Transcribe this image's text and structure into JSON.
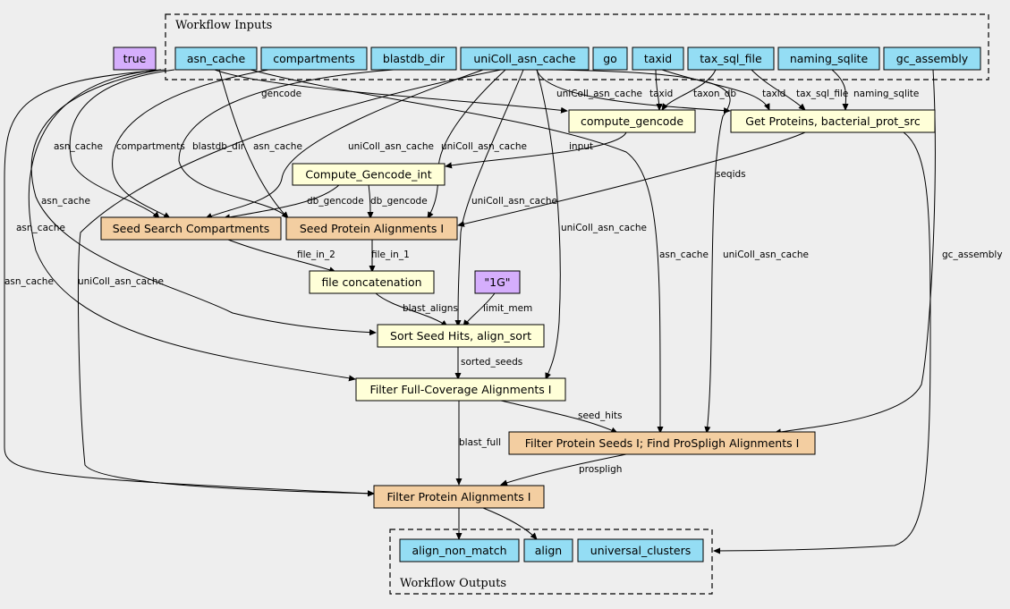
{
  "clusters": {
    "inputs_label": "Workflow Inputs",
    "outputs_label": "Workflow Outputs"
  },
  "colors": {
    "io": "#94ddf4",
    "tool": "#ffffd8",
    "subworkflow": "#f3cea1",
    "constant": "#d5aefc"
  },
  "nodes": {
    "true_const": "true",
    "asn_cache": "asn_cache",
    "compartments": "compartments",
    "blastdb_dir": "blastdb_dir",
    "unicoll_asn_cache": "uniColl_asn_cache",
    "go": "go",
    "taxid": "taxid",
    "tax_sql_file": "tax_sql_file",
    "naming_sqlite": "naming_sqlite",
    "gc_assembly": "gc_assembly",
    "compute_gencode": "compute_gencode",
    "get_proteins": "Get Proteins, bacterial_prot_src",
    "compute_gencode_int": "Compute_Gencode_int",
    "seed_search_compartments": "Seed Search Compartments",
    "seed_protein_alignments": "Seed Protein Alignments I",
    "file_concatenation": "file concatenation",
    "const_1g": "\"1G\"",
    "sort_seed_hits": "Sort Seed Hits, align_sort",
    "filter_full_coverage": "Filter Full-Coverage Alignments I",
    "filter_protein_seeds": "Filter Protein Seeds I; Find ProSpligh Alignments I",
    "filter_protein_alignments": "Filter Protein Alignments I",
    "align_non_match": "align_non_match",
    "align": "align",
    "universal_clusters": "universal_clusters"
  },
  "edge_labels": {
    "gencode": "gencode",
    "unicoll_1": "uniColl_asn_cache",
    "taxid_1": "taxid",
    "taxon_db": "taxon_db",
    "taxid_2": "taxid",
    "tax_sql_file": "tax_sql_file",
    "naming_sqlite": "naming_sqlite",
    "asn_cache_1": "asn_cache",
    "compartments": "compartments",
    "blastdb_dir": "blastdb_dir",
    "asn_cache_2": "asn_cache",
    "unicoll_2": "uniColl_asn_cache",
    "unicoll_3": "uniColl_asn_cache",
    "input": "input",
    "seqids": "seqids",
    "asn_cache_3": "asn_cache",
    "db_gencode_1": "db_gencode",
    "db_gencode_2": "db_gencode",
    "unicoll_4": "uniColl_asn_cache",
    "asn_cache_4": "asn_cache",
    "unicoll_5": "uniColl_asn_cache",
    "asn_cache_5": "asn_cache",
    "unicoll_6": "uniColl_asn_cache",
    "gc_assembly": "gc_assembly",
    "file_in_2": "file_in_2",
    "file_in_1": "file_in_1",
    "asn_cache_6": "asn_cache",
    "unicoll_7": "uniColl_asn_cache",
    "blast_aligns": "blast_aligns",
    "limit_mem": "limit_mem",
    "sorted_seeds": "sorted_seeds",
    "seed_hits": "seed_hits",
    "blast_full": "blast_full",
    "prospligh": "prospligh"
  }
}
